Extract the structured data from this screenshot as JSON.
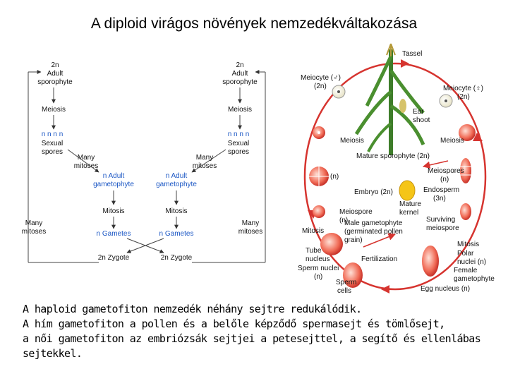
{
  "title": "A diploid virágos növények nemzedékváltakozása",
  "left_diagram": {
    "top_left": [
      "2n",
      "Adult",
      "sporophyte"
    ],
    "top_right": [
      "2n",
      "Adult",
      "sporophyte"
    ],
    "meiosis": "Meiosis",
    "spores_n": "n  n  n  n",
    "spores": [
      "Sexual",
      "spores"
    ],
    "many_mitoses": [
      "Many",
      "mitoses"
    ],
    "gametophyte": [
      "n Adult",
      "gametophyte"
    ],
    "mitosis": "Mitosis",
    "gametes": "n Gametes",
    "zygote": "2n Zygote"
  },
  "right_diagram": {
    "tassel": "Tassel",
    "meiocyte_male": [
      "Meiocyte (♂)",
      "(2n)"
    ],
    "meiocyte_female": [
      "Meiocyte (♀)",
      "(2n)"
    ],
    "ear_shoot": [
      "Ear",
      "shoot"
    ],
    "meiosis_left": "Meiosis",
    "meiosis_right": "Meiosis",
    "mature_sporophyte": "Mature sporophyte (2n)",
    "n_label": "(n)",
    "megaspores": [
      "Meiospores",
      "(n)"
    ],
    "embryo": "Embryo (2n)",
    "endosperm": [
      "Endosperm",
      "(3n)"
    ],
    "mature_kernel": [
      "Mature",
      "kernel"
    ],
    "meiospore_left": [
      "Meiospore",
      "(n)"
    ],
    "surviving": [
      "Surviving",
      "meiospore"
    ],
    "mitosis_left": "Mitosis",
    "male_gametophyte": [
      "Male gametophyte",
      "(germinated pollen",
      "grain)"
    ],
    "mitosis_right": "Mitosis",
    "tube_nucleus": [
      "Tube",
      "nucleus"
    ],
    "fertilization": "Fertilization",
    "polar_nuclei": [
      "Polar",
      "nuclei (n)"
    ],
    "sperm_nuclei": [
      "Sperm nuclei",
      "(n)"
    ],
    "female_gametophyte": [
      "Female",
      "gametophyte"
    ],
    "sperm_cells": [
      "Sperm",
      "cells"
    ],
    "egg_nucleus": "Egg nucleus (n)"
  },
  "caption": [
    "A haploid gametofiton nemzedék néhány sejtre redukálódik.",
    "A hím gametofiton a pollen és a belőle képződő spermasejt és tömlősejt,",
    "a női gametofiton az embriózsák sejtjei a petesejttel, a segítő és ellenlábas",
    "sejtekkel."
  ]
}
